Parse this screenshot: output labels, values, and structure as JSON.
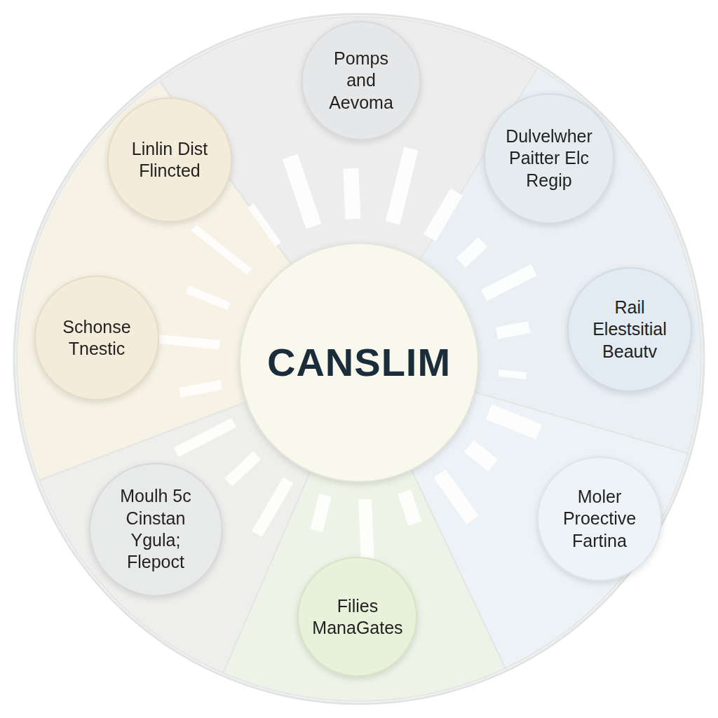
{
  "diagram": {
    "nodes": [
      {
        "text": [
          "Pomps and Aevoma"
        ]
      },
      {
        "text": [
          "Linlin Dist Flincted"
        ]
      },
      {
        "text": [
          "Dulvelwher Paitter Elc Regip"
        ]
      },
      {
        "text": [
          "Schonse Tnestic"
        ]
      },
      {
        "text": [
          "Rail Elestsitial Beautv"
        ]
      },
      {
        "text": [
          "CANSLIM"
        ]
      },
      {
        "text": [
          "Moulh 5c Cinstan Ygula; Flepoct"
        ]
      },
      {
        "text": [
          "Moler Proective Fartina"
        ]
      },
      {
        "text": [
          "Filies ManaGates"
        ]
      }
    ]
  }
}
